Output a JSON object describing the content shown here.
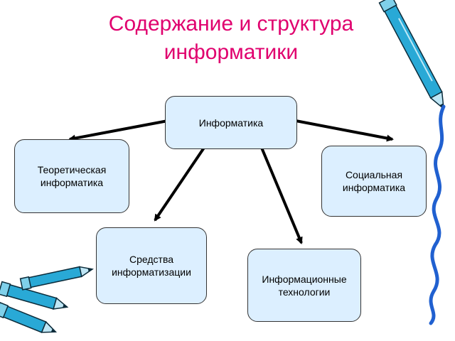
{
  "title": "Содержание и структура\nинформатики",
  "nodes": {
    "root": "Информатика",
    "theoretical": "Теоретическая\nинформатика",
    "social": "Социальная\nинформатика",
    "means": "Средства\nинформатизации",
    "technologies": "Информационные\nтехнологии"
  },
  "colors": {
    "title": "#e0006e",
    "node_fill": "#dcefff",
    "arrow": "#000000",
    "pencil": "#29a9d6",
    "squiggle": "#2060d0"
  },
  "decorations": [
    "pencil-icon",
    "pencil-icon",
    "pencil-icon",
    "squiggle-line"
  ]
}
